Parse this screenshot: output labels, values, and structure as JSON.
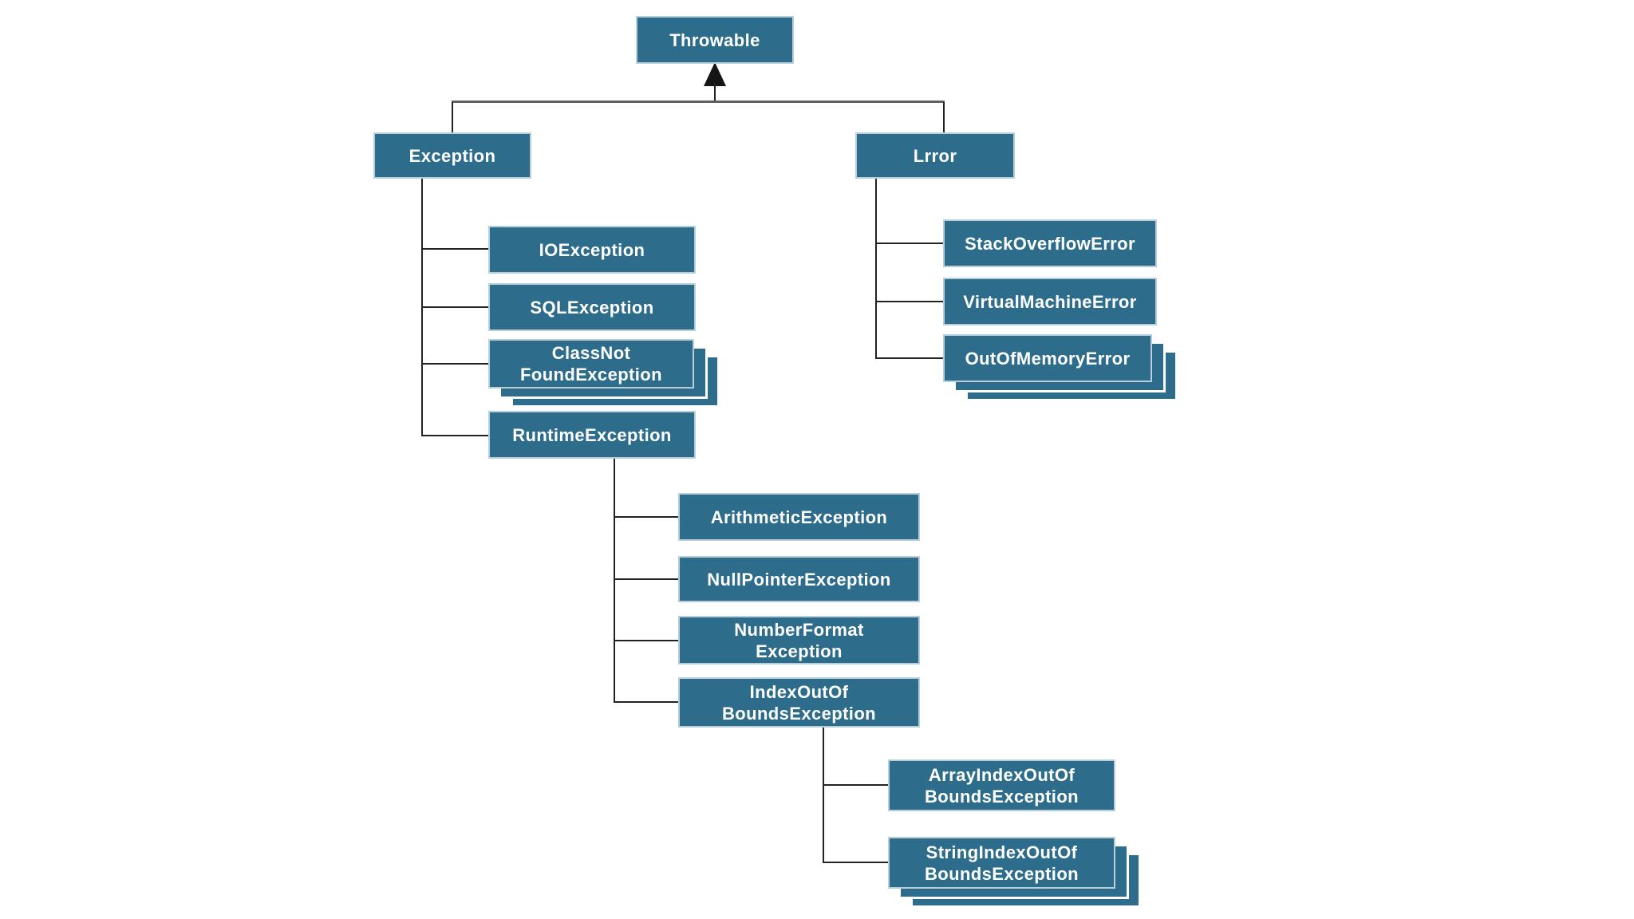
{
  "diagram": {
    "kind": "class-hierarchy",
    "root": "Throwable",
    "arrow": {
      "direction": "up",
      "points_to": "Throwable"
    }
  },
  "colors": {
    "node_fill": "#2d6d8b",
    "node_text": "#ffffff",
    "node_border": "#b7cfda",
    "connector": "#222222",
    "top_connector": "#5f5f5f",
    "arrow": "#151515",
    "background": "#ffffff"
  },
  "nodes": {
    "throwable": {
      "label": "Throwable"
    },
    "exception": {
      "label": "Exception"
    },
    "error": {
      "label": "Lrror"
    },
    "io_exception": {
      "label": "IOException"
    },
    "sql_exception": {
      "label": "SQLException"
    },
    "class_not_found": {
      "label": "ClassNotFoundException",
      "lines": [
        "ClassNot",
        "FoundException"
      ],
      "stacked": true
    },
    "runtime": {
      "label": "RuntimeException"
    },
    "stack_overflow": {
      "label": "StackOverflowError"
    },
    "virtual_machine": {
      "label": "VirtualMachineError"
    },
    "out_of_memory": {
      "label": "OutOfMemoryError",
      "stacked": true
    },
    "arithmetic": {
      "label": "ArithmeticException"
    },
    "null_pointer": {
      "label": "NullPointerException"
    },
    "number_format": {
      "label": "NumberFormatException",
      "lines": [
        "NumberFormat",
        "Exception"
      ]
    },
    "index_out_of_bounds": {
      "label": "IndexOutOfBoundsException",
      "lines": [
        "IndexOutOf",
        "BoundsException"
      ]
    },
    "array_index_out_of_bounds": {
      "label": "ArrayIndexOutOfBoundsException",
      "lines": [
        "ArrayIndexOutOf",
        "BoundsException"
      ]
    },
    "string_index_out_of_bounds": {
      "label": "StringIndexOutOfBoundsException",
      "lines": [
        "StringIndexOutOf",
        "BoundsException"
      ],
      "stacked": true
    }
  },
  "edges": [
    {
      "from": "Throwable",
      "to": "Exception"
    },
    {
      "from": "Throwable",
      "to": "Lrror"
    },
    {
      "from": "Exception",
      "to": "IOException"
    },
    {
      "from": "Exception",
      "to": "SQLException"
    },
    {
      "from": "Exception",
      "to": "ClassNotFoundException"
    },
    {
      "from": "Exception",
      "to": "RuntimeException"
    },
    {
      "from": "Lrror",
      "to": "StackOverflowError"
    },
    {
      "from": "Lrror",
      "to": "VirtualMachineError"
    },
    {
      "from": "Lrror",
      "to": "OutOfMemoryError"
    },
    {
      "from": "RuntimeException",
      "to": "ArithmeticException"
    },
    {
      "from": "RuntimeException",
      "to": "NullPointerException"
    },
    {
      "from": "RuntimeException",
      "to": "NumberFormatException"
    },
    {
      "from": "RuntimeException",
      "to": "IndexOutOfBoundsException"
    },
    {
      "from": "IndexOutOfBoundsException",
      "to": "ArrayIndexOutOfBoundsException"
    },
    {
      "from": "IndexOutOfBoundsException",
      "to": "StringIndexOutOfBoundsException"
    }
  ]
}
